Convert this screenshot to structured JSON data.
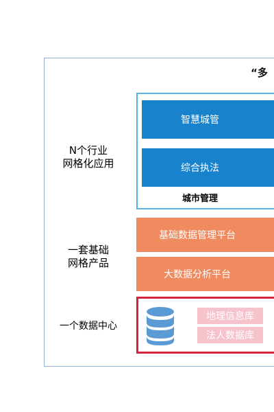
{
  "header": {
    "text": "“多"
  },
  "left_labels": {
    "applications": [
      "N个行业",
      "网格化应用"
    ],
    "products": [
      "一套基础",
      "网格产品"
    ],
    "data_center": "一个数据中心"
  },
  "city_management": {
    "items": [
      "智慧城管",
      "综合执法"
    ],
    "caption": "城市管理"
  },
  "platforms": [
    "基础数据管理平台",
    "大数据分析平台"
  ],
  "databases": [
    "地理信息库",
    "法人数据库"
  ],
  "icons": {
    "database": "database-icon"
  },
  "colors": {
    "panel_border": "#8fb0cf",
    "city_border": "#55b3e6",
    "blue": "#1883cc",
    "orange": "#f08a5f",
    "red_border": "#d3233c",
    "pink": "#f6c3cd",
    "db_icon": "#5b9bd5"
  }
}
